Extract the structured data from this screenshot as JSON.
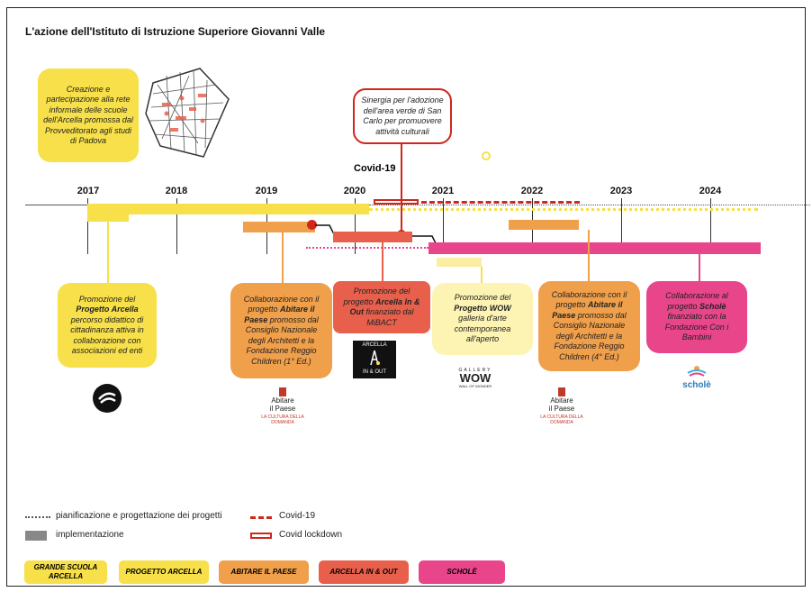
{
  "title": "L'azione dell'Istituto di Istruzione Superiore  Giovanni Valle",
  "covid_label": "Covid-19",
  "years": [
    "2017",
    "2018",
    "2019",
    "2020",
    "2021",
    "2022",
    "2023",
    "2024"
  ],
  "boxes": {
    "creazione": "Creazione e partecipazione alla rete informale delle scuole dell'Arcella promossa dal Provveditorato agli studi di Padova",
    "sinergia": "Sinergia per l'adozione dell'area verde di San Carlo per promuovere attività culturali",
    "arcella_pre": "Promozione del",
    "arcella_bold": "Progetto Arcella",
    "arcella_post": "percorso didattico di cittadinanza attiva in collaborazione con associazioni ed enti",
    "abitare1_pre": "Collaborazione con il progetto",
    "abitare1_bold": "Abitare il Paese",
    "abitare1_post": "promosso dal Consiglio Nazionale degli Architetti e la Fondazione Reggio Children (1° Ed.)",
    "inout_pre": "Promozione del progetto",
    "inout_bold": "Arcella In & Out",
    "inout_post": "finanziato dal MiBACT",
    "wow_pre": "Promozione del",
    "wow_bold": "Progetto WOW",
    "wow_post": "galleria d'arte contemporanea all'aperto",
    "abitare4_pre": "Collaborazione con il progetto",
    "abitare4_bold": "Abitare il Paese",
    "abitare4_post": "promosso dal Consiglio Nazionale degli Architetti e la Fondazione Reggio Children (4° Ed.)",
    "schole_pre": "Collaborazione al progetto",
    "schole_bold": "Scholè",
    "schole_post": "finanziato con la Fondazione Con i Bambini"
  },
  "logos": {
    "abitare_line1": "Abitare",
    "abitare_line2": "il Paese",
    "abitare_sub": "LA CULTURA DELLA DOMANDA",
    "inout_line1": "ARCELLA",
    "inout_line2": "IN & OUT",
    "wow_line1": "GALLERY",
    "wow_line2": "WOW",
    "wow_line3": "WALL OF WONDER",
    "schole": "scholè"
  },
  "legend": {
    "planning": "pianificazione e progettazione dei progetti",
    "implementation": "implementazione",
    "covid": "Covid-19",
    "lockdown": "Covid lockdown"
  },
  "categories": [
    {
      "label": "GRANDE SCUOLA ARCELLA",
      "color": "#f7e04a"
    },
    {
      "label": "PROGETTO ARCELLA",
      "color": "#f7e04a"
    },
    {
      "label": "ABITARE IL PAESE",
      "color": "#f0a04b"
    },
    {
      "label": "ARCELLA IN & OUT",
      "color": "#e8604c"
    },
    {
      "label": "SCHOLÈ",
      "color": "#e8458b"
    }
  ],
  "colors": {
    "yellow": "#f7e04a",
    "orange": "#f0a04b",
    "red": "#e8604c",
    "pink": "#e8458b",
    "covid": "#d0261c"
  }
}
